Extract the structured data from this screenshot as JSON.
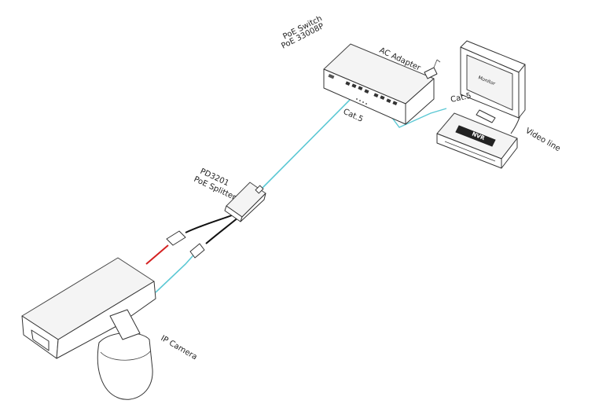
{
  "labels": {
    "poe_switch_line1": "PoE  Switch",
    "poe_switch_line2": "PoE 33008P",
    "ac_adapter": "AC Adapter",
    "cat5_switch": "Cat.5",
    "cat5_nvr": "Cat.5",
    "monitor": "Monitor",
    "nvr": "NVR",
    "video_line": "Video line",
    "splitter_line1": "PD3201",
    "splitter_line2": "PoE Splitter",
    "ip_camera": "IP Camera"
  },
  "colors": {
    "cat5_cable": "#5bc8d4",
    "power_cable_red": "#d42020",
    "power_cable_black": "#111111",
    "outline": "#333333"
  }
}
